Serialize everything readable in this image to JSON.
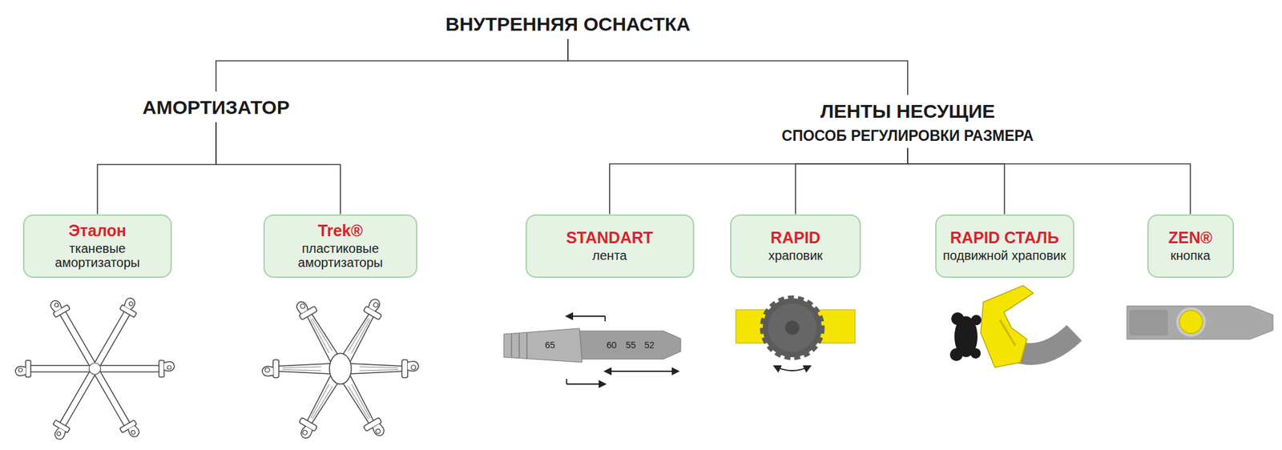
{
  "diagram": {
    "nodes": [
      {
        "text": [
          "ВНУТРЕННЯЯ ОСНАСТКА"
        ]
      },
      {
        "text": [
          "АМОРТИЗАТОР"
        ]
      },
      {
        "text": [
          "ЛЕНТЫ НЕСУЩИЕ",
          "СПОСОБ РЕГУЛИРОВКИ РАЗМЕРА"
        ]
      },
      {
        "text": [
          "Эталон",
          "тканевые амортизаторы"
        ]
      },
      {
        "text": [
          "Trek®",
          "пластиковые амортизаторы"
        ]
      },
      {
        "text": [
          "STANDART",
          "лента"
        ]
      },
      {
        "text": [
          "RAPID",
          "храповик"
        ]
      },
      {
        "text": [
          "RAPID СТАЛЬ",
          "подвижной храповик"
        ]
      },
      {
        "text": [
          "ZEN®",
          "кнопка"
        ]
      }
    ],
    "edges": [
      {
        "from": 0,
        "to": 1,
        "arrow": "none"
      },
      {
        "from": 0,
        "to": 2,
        "arrow": "none"
      },
      {
        "from": 1,
        "to": 3,
        "arrow": "none"
      },
      {
        "from": 1,
        "to": 4,
        "arrow": "none"
      },
      {
        "from": 2,
        "to": 5,
        "arrow": "none"
      },
      {
        "from": 2,
        "to": 6,
        "arrow": "none"
      },
      {
        "from": 2,
        "to": 7,
        "arrow": "none"
      },
      {
        "from": 2,
        "to": 8,
        "arrow": "none"
      }
    ],
    "labels": [
      "65",
      "60",
      "55",
      "52"
    ]
  }
}
